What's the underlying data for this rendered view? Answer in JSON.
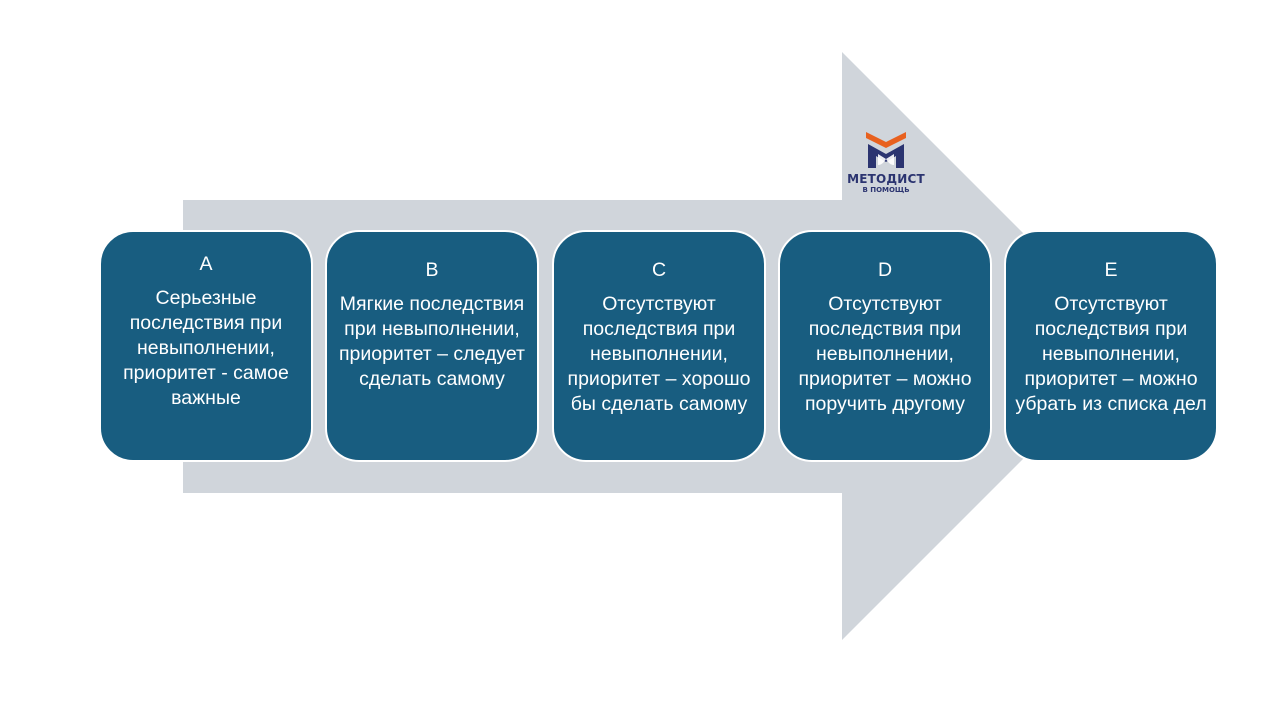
{
  "colors": {
    "arrow": "#d0d5db",
    "card": "#185d80",
    "card_text": "#ffffff",
    "logo_orange": "#e8611f",
    "logo_navy": "#2b3470"
  },
  "logo": {
    "icon": "m-monogram-logo",
    "name": "МЕТОДИСТ",
    "tagline": "В ПОМОЩЬ"
  },
  "steps": [
    {
      "letter": "A",
      "text": "Серьезные последствия при невыполнении, приоритет - самое важные"
    },
    {
      "letter": "B",
      "text": "Мягкие последствия при невыполнении, приоритет – следует сделать самому"
    },
    {
      "letter": "C",
      "text": "Отсутствуют последствия при невыполнении, приоритет – хорошо бы сделать самому"
    },
    {
      "letter": "D",
      "text": "Отсутствуют последствия при невыполнении, приоритет – можно поручить другому"
    },
    {
      "letter": "E",
      "text": "Отсутствуют последствия при невыполнении, приоритет – можно убрать из списка дел"
    }
  ]
}
